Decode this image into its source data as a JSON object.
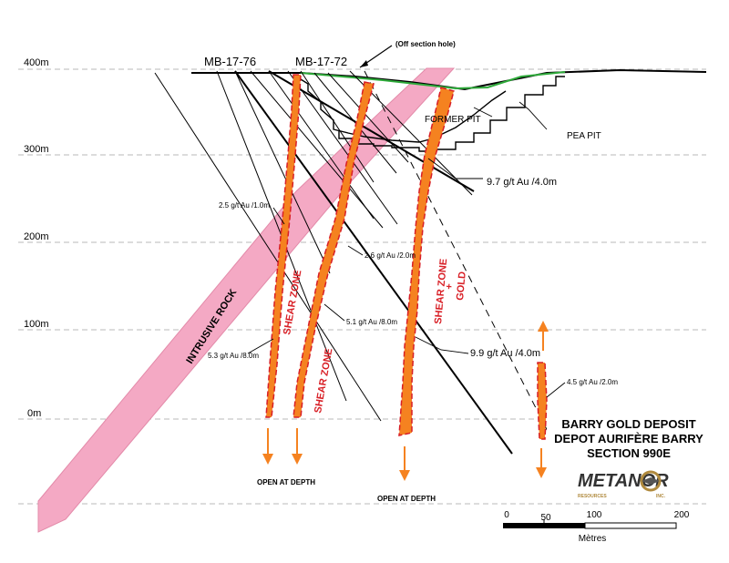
{
  "elevations": [
    "400m",
    "300m",
    "200m",
    "100m",
    "0m"
  ],
  "holes": {
    "left": "MB-17-76",
    "right": "MB-17-72",
    "off_section": "(Off section hole)"
  },
  "pits": {
    "former": "FORMER PIT",
    "pea": "PEA PIT"
  },
  "rock": {
    "intrusive": "INTRUSIVE ROCK"
  },
  "zones": {
    "shear_1": "SHEAR ZONE",
    "shear_2": "SHEAR ZONE",
    "shear_gold_line1": "SHEAR ZONE",
    "shear_gold_line2": "+",
    "shear_gold_line3": "GOLD"
  },
  "intercepts": {
    "i1": "9.7 g/t Au /4.0m",
    "i2": "2.5 g/t Au /1.0m",
    "i3": "2.6 g/t Au /2.0m",
    "i4": "5.1 g/t Au /8.0m",
    "i5": "5.3 g/t Au /8.0m",
    "i6": "9.9 g/t Au /4.0m",
    "i7": "4.5 g/t Au /2.0m"
  },
  "open_at_depth": {
    "left": "OPEN AT DEPTH",
    "center": "OPEN AT DEPTH"
  },
  "title": {
    "line1": "BARRY GOLD DEPOSIT",
    "line2": "DEPOT AURIFÈRE BARRY",
    "line3": "SECTION 990E"
  },
  "logo": {
    "name": "METANOR",
    "sub_left": "RESOURCES",
    "sub_right": "INC."
  },
  "scale": {
    "ticks": [
      "0",
      "50",
      "100",
      "200"
    ],
    "unit": "Mètres"
  },
  "colors": {
    "intrusive": "#f4a9c4",
    "vein": "#f58220",
    "vein_outline": "#d81f26",
    "topo_green": "#2eaa3a",
    "arrow": "#f58220"
  }
}
